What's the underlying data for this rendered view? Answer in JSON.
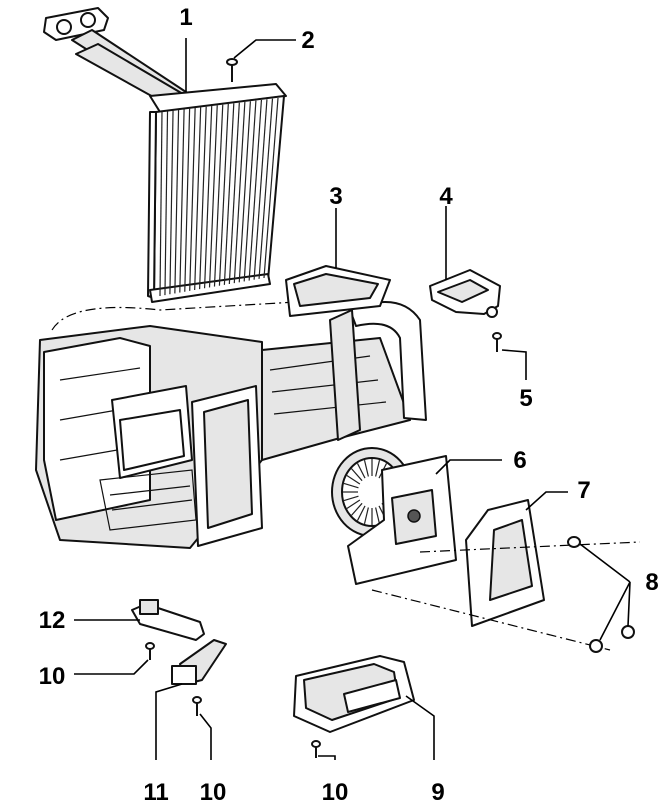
{
  "callouts": [
    {
      "id": "1",
      "label": "1"
    },
    {
      "id": "2",
      "label": "2"
    },
    {
      "id": "3",
      "label": "3"
    },
    {
      "id": "4",
      "label": "4"
    },
    {
      "id": "5",
      "label": "5"
    },
    {
      "id": "6",
      "label": "6"
    },
    {
      "id": "7",
      "label": "7"
    },
    {
      "id": "8",
      "label": "8"
    },
    {
      "id": "9",
      "label": "9"
    },
    {
      "id": "10a",
      "label": "10"
    },
    {
      "id": "10b",
      "label": "10"
    },
    {
      "id": "10c",
      "label": "10"
    },
    {
      "id": "11",
      "label": "11"
    },
    {
      "id": "12",
      "label": "12"
    }
  ]
}
